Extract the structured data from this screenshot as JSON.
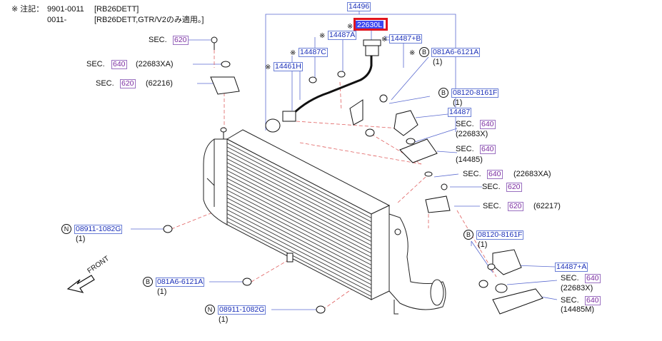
{
  "notes": {
    "line1_mark": "※ 注記：",
    "line1_code": "9901-0011",
    "line1_engine": "[RB26DETT]",
    "line2_code": "0011-",
    "line2_text": "[RB26DETT,GTR/V2のみ適用。]"
  },
  "front_label": "FRONT",
  "star_mark": "※",
  "sec_prefix": "SEC.",
  "parts": {
    "p14496": "14496",
    "p22630L": "22630L",
    "p14487A": "14487A",
    "p14487B": "14487+B",
    "p081A6_top": "081A6-6121A",
    "p081A6_top_qty": "(1)",
    "p14461H": "14461H",
    "p14487C": "14487C",
    "p08120_top": "08120-8161F",
    "p08120_top_qty": "(1)",
    "p14487": "14487",
    "p08120_bot": "08120-8161F",
    "p08120_bot_qty": "(1)",
    "p14487A_plus": "14487+A",
    "p08911_left": "08911-1082G",
    "p08911_left_qty": "(1)",
    "p081A6_bot": "081A6-6121A",
    "p081A6_bot_qty": "(1)",
    "p08911_bot": "08911-1082G",
    "p08911_bot_qty": "(1)"
  },
  "sections": {
    "s620_top": "620",
    "s640_left": "640",
    "s640_left_ref": "(22683XA)",
    "s620_left": "620",
    "s620_left_ref": "(62216)",
    "r640_a": "640",
    "r640_a_ref": "(22683X)",
    "r640_b": "640",
    "r640_b_ref": "(14485)",
    "r640_c": "640",
    "r640_c_ref": "(22683XA)",
    "r620_a": "620",
    "r620_b": "620",
    "r620_b_ref": "(62217)",
    "r640_d": "640",
    "r640_d_ref": "(22683X)",
    "r640_e": "640",
    "r640_e_ref": "(14485M)"
  },
  "circle_letters": {
    "b": "B",
    "n": "N"
  },
  "colors": {
    "part_link": "#1a2fb8",
    "section_link": "#7a2aa0",
    "highlight": "#3d47f0",
    "callout": "#e0141e",
    "leader": "#5a6ad0",
    "dashed": "#e06060"
  }
}
